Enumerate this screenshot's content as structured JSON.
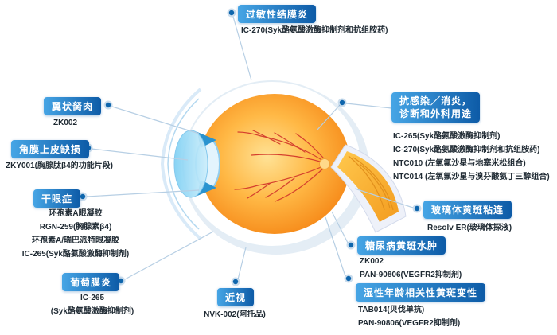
{
  "colors": {
    "badge_gradient_start": "#46a5e5",
    "badge_gradient_end": "#0d5ba7",
    "connector_line": "#b7cfe4",
    "node_dot": "#0f66ad",
    "drug_text": "#1f2a33",
    "eye_choroid_orange": "#f78f1e",
    "eye_vessel_red": "#d5402e",
    "eye_cornea_blue": "#7fd0f4",
    "optic_nerve_yellow": "#ffc84d"
  },
  "labels": [
    {
      "id": "allergic-conjunctivitis",
      "title": "过敏性结膜炎",
      "items": [
        "IC-270(Syk酪氨酸激酶抑制剂和抗组胺药)"
      ]
    },
    {
      "id": "pterygium",
      "title": "翼状胬肉",
      "items": [
        "ZK002"
      ]
    },
    {
      "id": "corneal-epithelial-defect",
      "title": "角膜上皮缺损",
      "items": [
        "ZKY001(胸腺肽β4的功能片段)"
      ]
    },
    {
      "id": "dry-eye",
      "title": "干眼症",
      "items": [
        "环孢素A眼凝胶",
        "RGN-259(胸腺素β4)",
        "环孢素A/瑞巴派特眼凝胶",
        "IC-265(Syk酪氨酸激酶抑制剂)"
      ]
    },
    {
      "id": "uveitis",
      "title": "葡萄膜炎",
      "items": [
        "IC-265",
        "(Syk酪氨酸激酶抑制剂)"
      ]
    },
    {
      "id": "myopia",
      "title": "近视",
      "items": [
        "NVK-002(阿托品)"
      ]
    },
    {
      "id": "anti-infection-anti-inflammation",
      "title": "抗感染／消炎，",
      "title2": "诊断和外科用途",
      "items": [
        "IC-265(Syk酪氨酸激酶抑制剂)",
        "IC-270(Syk酪氨酸激酶抑制剂和抗组胺药)",
        "NTC010 (左氧氟沙星与地塞米松组合)",
        "NTC014 (左氧氟沙星与溴芬酸氨丁三醇组合)"
      ]
    },
    {
      "id": "vitreomacular-adhesion",
      "title": "玻璃体黄斑粘连",
      "items": [
        "Resolv ER(玻璃体探液)"
      ]
    },
    {
      "id": "diabetic-macular-edema",
      "title": "糖尿病黄斑水肿",
      "items": [
        "ZK002",
        "PAN-90806(VEGFR2抑制剂)"
      ]
    },
    {
      "id": "wet-amd",
      "title": "湿性年龄相关性黄斑变性",
      "items": [
        "TAB014(贝伐单抗)",
        "PAN-90806(VEGFR2抑制剂)"
      ]
    }
  ]
}
